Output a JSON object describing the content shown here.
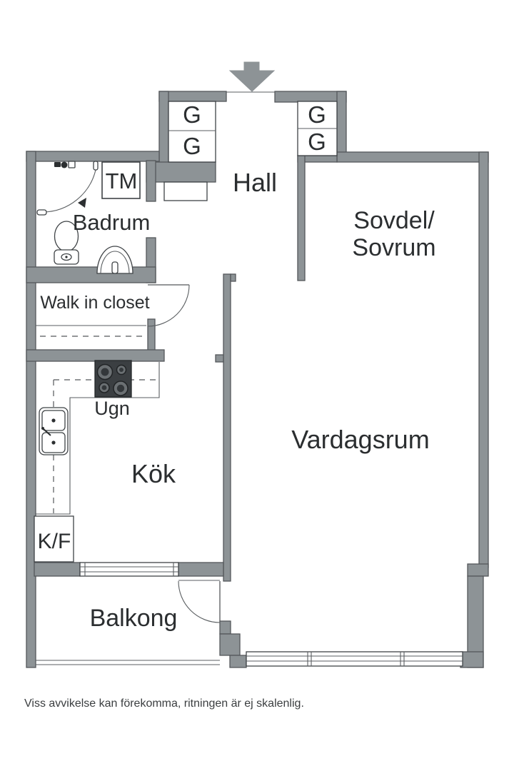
{
  "floorplan": {
    "title_hint": "Swedish apartment floor plan",
    "rooms": {
      "hall": "Hall",
      "bedroom_line1": "Sovdel/",
      "bedroom_line2": "Sovrum",
      "bathroom": "Badrum",
      "walk_in_closet": "Walk in closet",
      "kitchen": "Kök",
      "living_room": "Vardagsrum",
      "balcony": "Balkong"
    },
    "fixtures": {
      "washing_machine": "TM",
      "oven": "Ugn",
      "fridge_freezer": "K/F",
      "wardrobe_left_top": "G",
      "wardrobe_left_bottom": "G",
      "wardrobe_right_top": "G",
      "wardrobe_right_bottom": "G"
    },
    "disclaimer": "Viss avvikelse kan förekomma, ritningen är ej skalenlig.",
    "colors": {
      "wall": "#8d9396",
      "outline": "#54585b",
      "text": "#2b2e30",
      "stove": "#3b3f42",
      "background": "#ffffff"
    }
  }
}
